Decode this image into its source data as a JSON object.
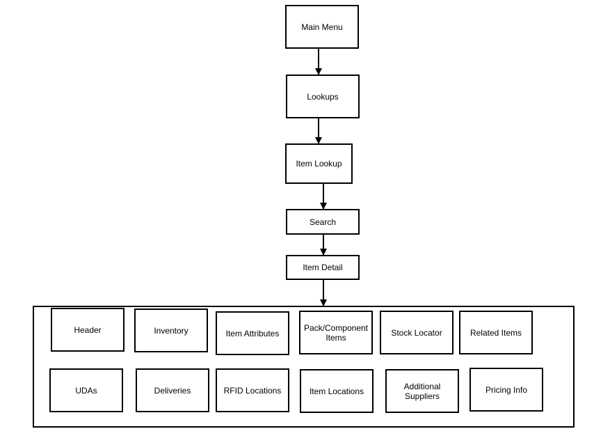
{
  "flow": {
    "main_menu": "Main Menu",
    "lookups": "Lookups",
    "item_lookup": "Item Lookup",
    "search": "Search",
    "item_detail": "Item Detail"
  },
  "detail_panel": {
    "row1": {
      "header": "Header",
      "inventory": "Inventory",
      "item_attributes": "Item Attributes",
      "pack_component_items": "Pack/Component\nItems",
      "stock_locator": "Stock Locator",
      "related_items": "Related Items"
    },
    "row2": {
      "udas": "UDAs",
      "deliveries": "Deliveries",
      "rfid_locations": "RFID Locations",
      "item_locations": "Item Locations",
      "additional_suppliers": "Additional\nSuppliers",
      "pricing_info": "Pricing Info"
    }
  }
}
